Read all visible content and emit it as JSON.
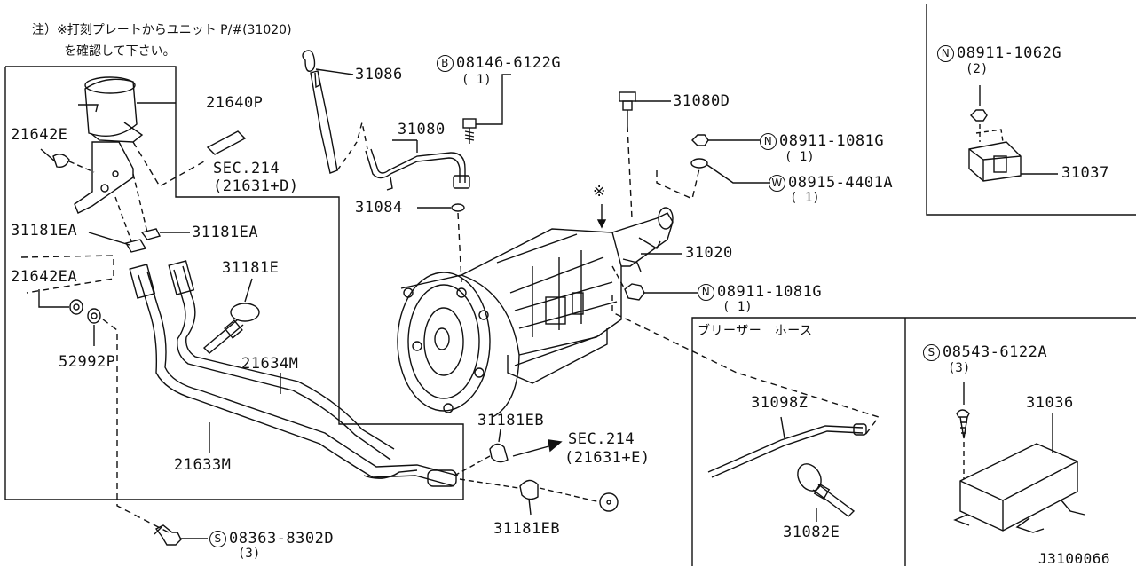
{
  "note": {
    "line1": "注）※打刻プレートからユニット P/#(31020)",
    "line2": "を確認して下さい。"
  },
  "parts": {
    "p31086": "31086",
    "p08146": "08146-6122G",
    "p08146_qty": "( 1)",
    "p08146_prefix": "B",
    "p31080": "31080",
    "p31080D": "31080D",
    "p08911_1081G_top": "08911-1081G",
    "p08911_1081G_top_qty": "( 1)",
    "p08911_1081G_top_prefix": "N",
    "p08915": "08915-4401A",
    "p08915_qty": "( 1)",
    "p08915_prefix": "W",
    "p31084": "31084",
    "mark": "※",
    "p31020": "31020",
    "p08911_1081G_bot": "08911-1081G",
    "p08911_1081G_bot_qty": "( 1)",
    "p08911_1081G_bot_prefix": "N",
    "p21640P": "21640P",
    "p21642E": "21642E",
    "sec214_top": "SEC.214",
    "sec214_top_sub": "(21631+D)",
    "p31181EA_l": "31181EA",
    "p31181EA_r": "31181EA",
    "p21642EA": "21642EA",
    "p31181E": "31181E",
    "p52992P": "52992P",
    "p21634M": "21634M",
    "p21633M": "21633M",
    "p31181EB_top": "31181EB",
    "sec214_bot": "SEC.214",
    "sec214_bot_sub": "(21631+E)",
    "p31181EB_bot": "31181EB",
    "p08363": "08363-8302D",
    "p08363_qty": "(3)",
    "p08363_prefix": "S"
  },
  "inset_top": {
    "p08911_1062G": "08911-1062G",
    "p08911_1062G_qty": "(2)",
    "p08911_1062G_prefix": "N",
    "p31037": "31037"
  },
  "inset_breather": {
    "title": "ブリーザー　ホース",
    "p31098Z": "31098Z",
    "p31082E": "31082E"
  },
  "inset_right": {
    "p08543": "08543-6122A",
    "p08543_qty": "(3)",
    "p08543_prefix": "S",
    "p31036": "31036"
  },
  "diagram_id": "J3100066"
}
